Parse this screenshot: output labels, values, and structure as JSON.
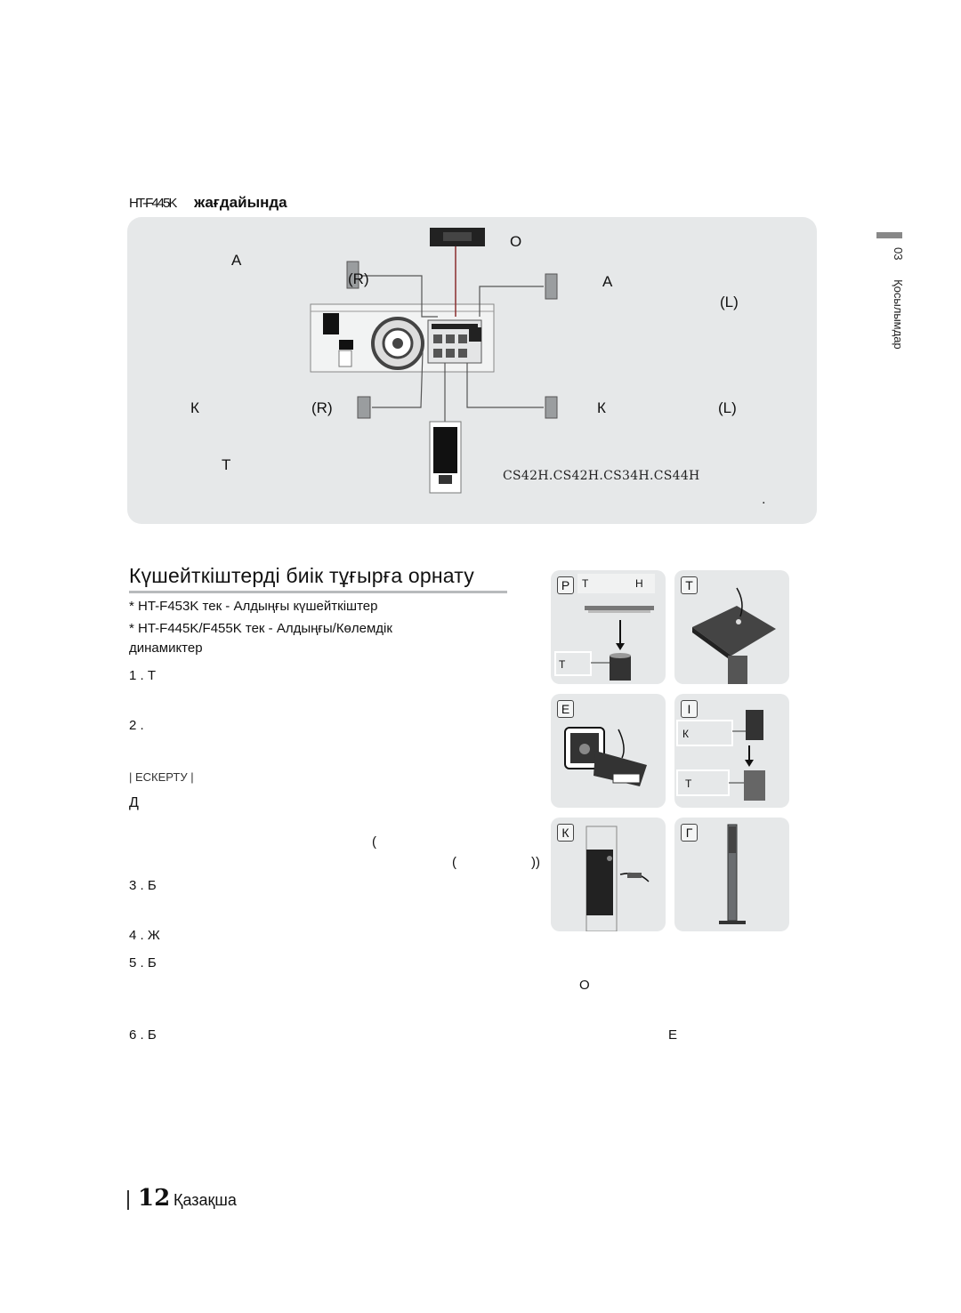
{
  "diagram": {
    "heading_model": "HT-F445K",
    "heading_text": "жағдайында",
    "labels": {
      "front_right_prefix": "А",
      "front_right_side": "(R)",
      "center": "О",
      "front_left_prefix": "А",
      "front_left_side": "(L)",
      "surround_right_prefix": "К",
      "surround_right_side": "(R)",
      "surround_left_prefix": "К",
      "surround_left_side": "(L)",
      "subwoofer": "Т"
    },
    "note_models": "CS42H.CS42H.CS34H.CS44H",
    "note_dot": "."
  },
  "side_tab": {
    "number": "03",
    "label": "Қосылымдар"
  },
  "section": {
    "title": "Күшейткіштерді биік тұғырға орнату",
    "line1": "* HT-F453K тек - Алдыңғы күшейткіштер",
    "line2": "* HT-F445K/F455K тек - Алдыңғы/Көлемдік",
    "line3": "динамиктер"
  },
  "steps": {
    "s1": "1 .  Т",
    "s2": "2 .",
    "note_label": "| ЕСКЕРТУ |",
    "d_letter": "Д",
    "paren1": "(",
    "paren2": "(",
    "paren3": "))",
    "s3": "3 .  Б",
    "s4": "4 .  Ж",
    "s5": "5 .  Б",
    "s5_o": "О",
    "s6": "6 .  Б",
    "s6_e": "Е"
  },
  "figures": {
    "f1": {
      "letter": "Р",
      "top_t": "Т",
      "top_h": "Н",
      "bottom_t": "Т"
    },
    "f2": {
      "letter": "Т"
    },
    "f3": {
      "letter": "Е"
    },
    "f4": {
      "letter": "І",
      "k": "К",
      "t": "Т"
    },
    "f5": {
      "letter": "К"
    },
    "f6": {
      "letter": "Г"
    }
  },
  "footer": {
    "page": "12",
    "language": "Қазақша"
  }
}
